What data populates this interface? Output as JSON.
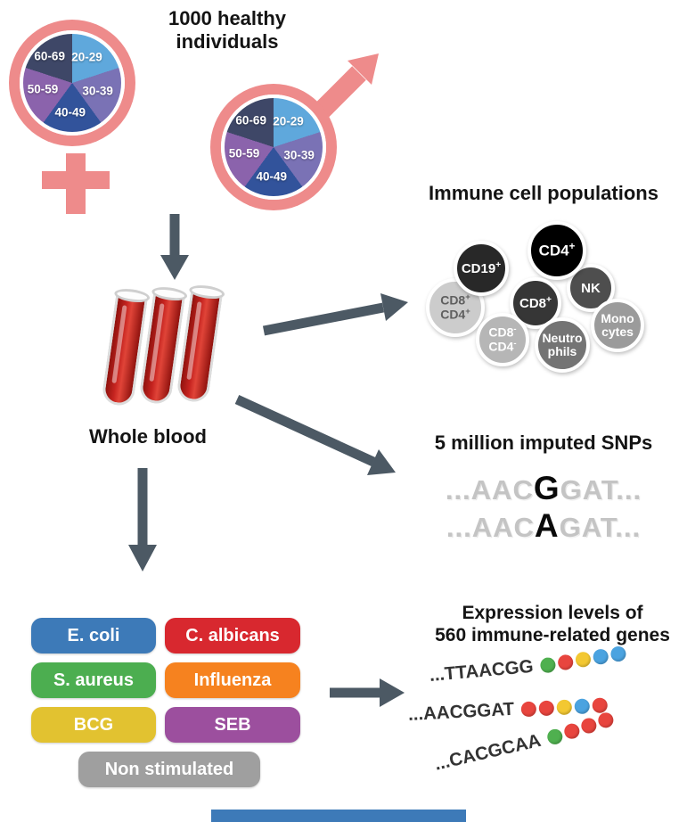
{
  "header": {
    "title": "1000 healthy individuals"
  },
  "demographics": {
    "symbol_color": "#ee8b8b",
    "age_groups": [
      {
        "label": "20-29",
        "color": "#5fa8dc"
      },
      {
        "label": "30-39",
        "color": "#7a72b5"
      },
      {
        "label": "40-49",
        "color": "#32539b"
      },
      {
        "label": "50-59",
        "color": "#8b63ac"
      },
      {
        "label": "60-69",
        "color": "#3e4767"
      }
    ]
  },
  "blood": {
    "label": "Whole blood"
  },
  "immune_cells": {
    "title": "Immune cell populations",
    "cells": [
      {
        "base": "CD19",
        "sup": "+",
        "color": "#282828"
      },
      {
        "base": "CD4",
        "sup": "+",
        "color": "#000000"
      },
      {
        "base": "NK",
        "sup": "",
        "color": "#4e4e4e"
      },
      {
        "base": "CD8",
        "sup": "+",
        "color": "#363636"
      },
      {
        "line1_base": "CD8",
        "line1_sup": "+",
        "line2_base": "CD4",
        "line2_sup": "+",
        "color": "#cccccc",
        "text_color": "#5f5f5f"
      },
      {
        "line1_base": "CD8",
        "line1_sup": "-",
        "line2_base": "CD4",
        "line2_sup": "-",
        "color": "#b6b6b6",
        "text_color": "#ffffff"
      },
      {
        "line1": "Neutro",
        "line2": "phils",
        "color": "#747474",
        "text_color": "#ffffff"
      },
      {
        "line1": "Mono",
        "line2": "cytes",
        "color": "#9b9b9b",
        "text_color": "#ffffff"
      }
    ]
  },
  "snps": {
    "title": "5 million imputed SNPs",
    "rows": [
      {
        "pre": "...AAC",
        "variant": "G",
        "post": "GAT..."
      },
      {
        "pre": "...AAC",
        "variant": "A",
        "post": "GAT..."
      }
    ]
  },
  "stimuli": {
    "items": [
      {
        "label": "E. coli",
        "color": "#3d7ab8"
      },
      {
        "label": "C. albicans",
        "color": "#d8282f"
      },
      {
        "label": "S. aureus",
        "color": "#4cae50"
      },
      {
        "label": "Influenza",
        "color": "#f6821f"
      },
      {
        "label": "BCG",
        "color": "#e2c230"
      },
      {
        "label": "SEB",
        "color": "#9c4f9e"
      },
      {
        "label": "Non stimulated",
        "color": "#9f9f9f"
      }
    ]
  },
  "expression": {
    "title_line1": "Expression levels of",
    "title_line2": "560 immune-related genes",
    "rows": [
      {
        "seq": "...TTAACGG",
        "dots": [
          "#4fb04f",
          "#e8453e",
          "#f3c832",
          "#4ba3e0",
          "#4ba3e0"
        ]
      },
      {
        "seq": "...AACGGAT",
        "dots": [
          "#e8453e",
          "#e8453e",
          "#f3c832",
          "#4ba3e0",
          "#e8453e"
        ]
      },
      {
        "seq": "...CACGCAA",
        "dots": [
          "#4fb04f",
          "#e8453e",
          "#e8453e",
          "#e8453e"
        ]
      }
    ]
  },
  "misc": {
    "arrow_color": "#4c5964",
    "bottom_bar_color": "#3d7ab8"
  }
}
